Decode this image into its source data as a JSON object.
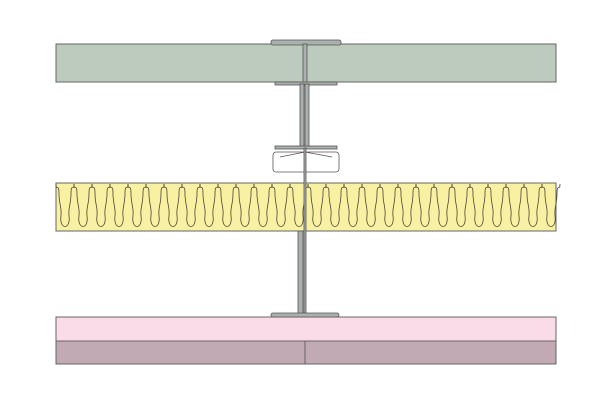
{
  "diagram": {
    "type": "construction-section",
    "layers": [
      {
        "name": "top-board",
        "color": "#bccbbd"
      },
      {
        "name": "insulation",
        "color": "#f8f0a2"
      },
      {
        "name": "pink-board",
        "color": "#fadbe8"
      },
      {
        "name": "mauve-board",
        "color": "#c2aab5"
      }
    ],
    "stroke_color": "#555555",
    "metal_color": "#a9b0ae"
  }
}
